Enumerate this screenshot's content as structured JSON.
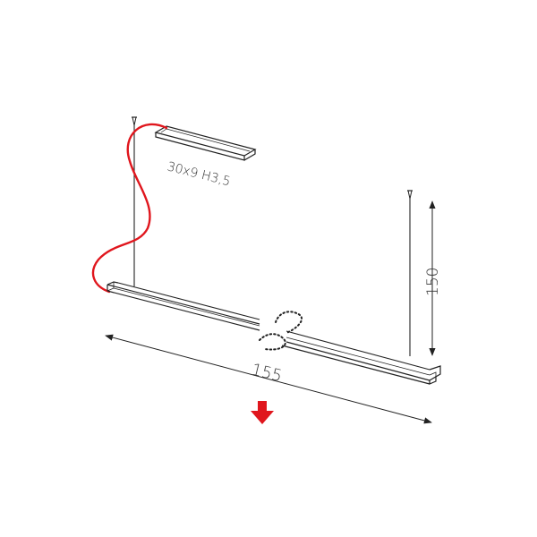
{
  "diagram": {
    "canopy_label": "30x9 H3,5",
    "length_label": "155",
    "height_label": "150",
    "colors": {
      "line": "#222222",
      "cable": "#e0161d",
      "arrow": "#e0161d",
      "background": "#ffffff"
    },
    "icons": {
      "direction": "arrow-down-icon"
    }
  }
}
